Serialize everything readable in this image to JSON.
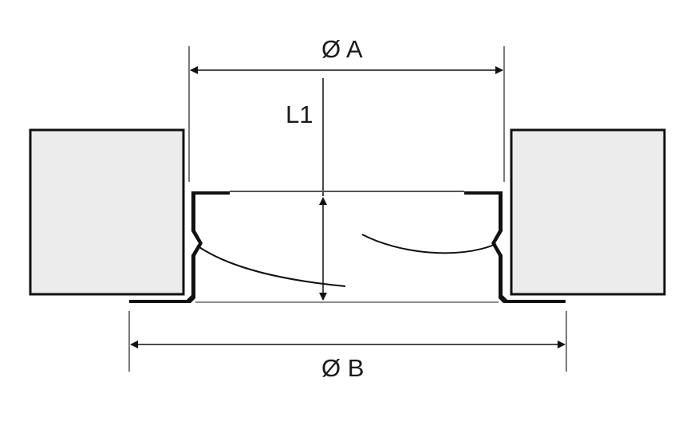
{
  "labels": {
    "diameter_a": "Ø A",
    "length_l1": "L1",
    "diameter_b": "Ø B"
  },
  "colors": {
    "stroke": "#111111",
    "block_fill": "#ececec",
    "background": "#ffffff"
  }
}
